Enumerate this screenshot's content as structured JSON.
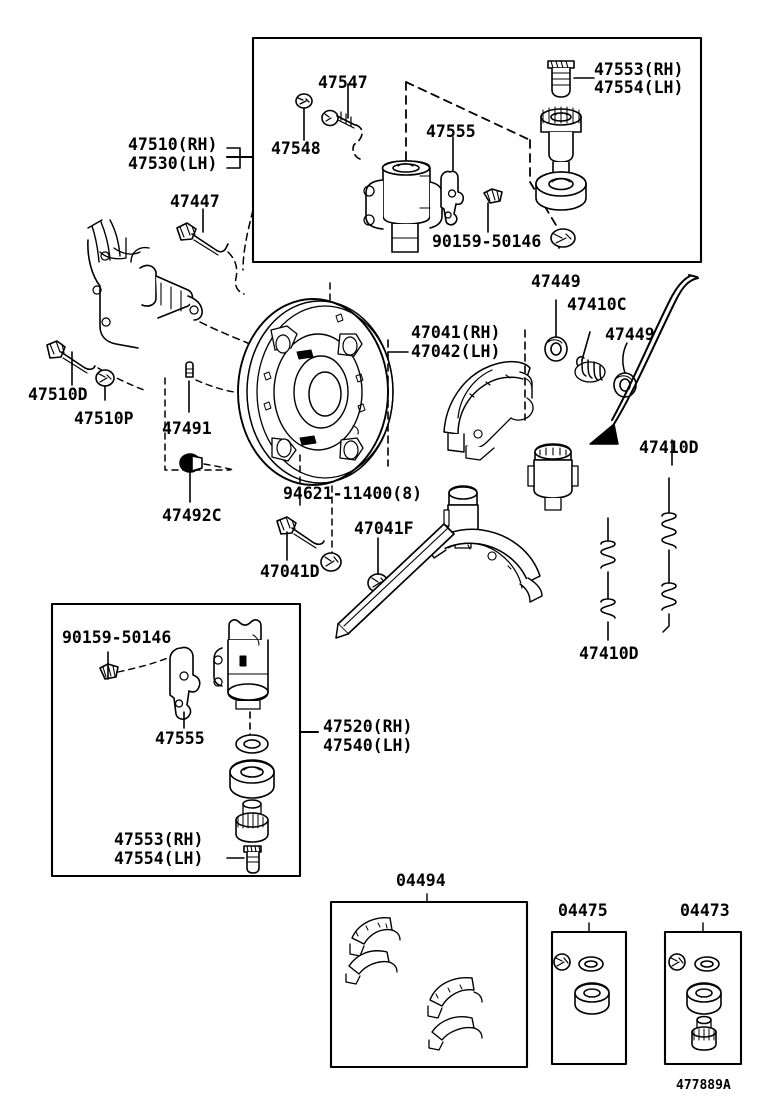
{
  "diagram": {
    "title": "Rear Drum Brake / Backing Plate & Wheel Cylinder Exploded View",
    "figure_code": "477889A",
    "line_color": "#000000",
    "background": "#ffffff"
  },
  "labels": {
    "top_box": {
      "p47547": "47547",
      "p47548": "47548",
      "p47555": "47555",
      "p90159": "90159-50146",
      "p47553": "47553(RH)",
      "p47554": "47554(LH)"
    },
    "main": {
      "p47510": "47510(RH)",
      "p47530": "47530(LH)",
      "p47447": "47447",
      "p47510D": "47510D",
      "p47510P": "47510P",
      "p47491": "47491",
      "p47492C": "47492C",
      "p94621": "94621-11400(8)",
      "p47041D": "47041D",
      "p47041F": "47041F",
      "p47041": "47041(RH)",
      "p47042": "47042(LH)",
      "p47449_a": "47449",
      "p47410C": "47410C",
      "p47449_b": "47449",
      "p47410D_right": "47410D",
      "p47410D_bottom": "47410D"
    },
    "bottom_box": {
      "p90159": "90159-50146",
      "p47555": "47555",
      "p47520": "47520(RH)",
      "p47540": "47540(LH)",
      "p47553": "47553(RH)",
      "p47554": "47554(LH)"
    },
    "kits": {
      "k04494": "04494",
      "k04475": "04475",
      "k04473": "04473"
    }
  }
}
